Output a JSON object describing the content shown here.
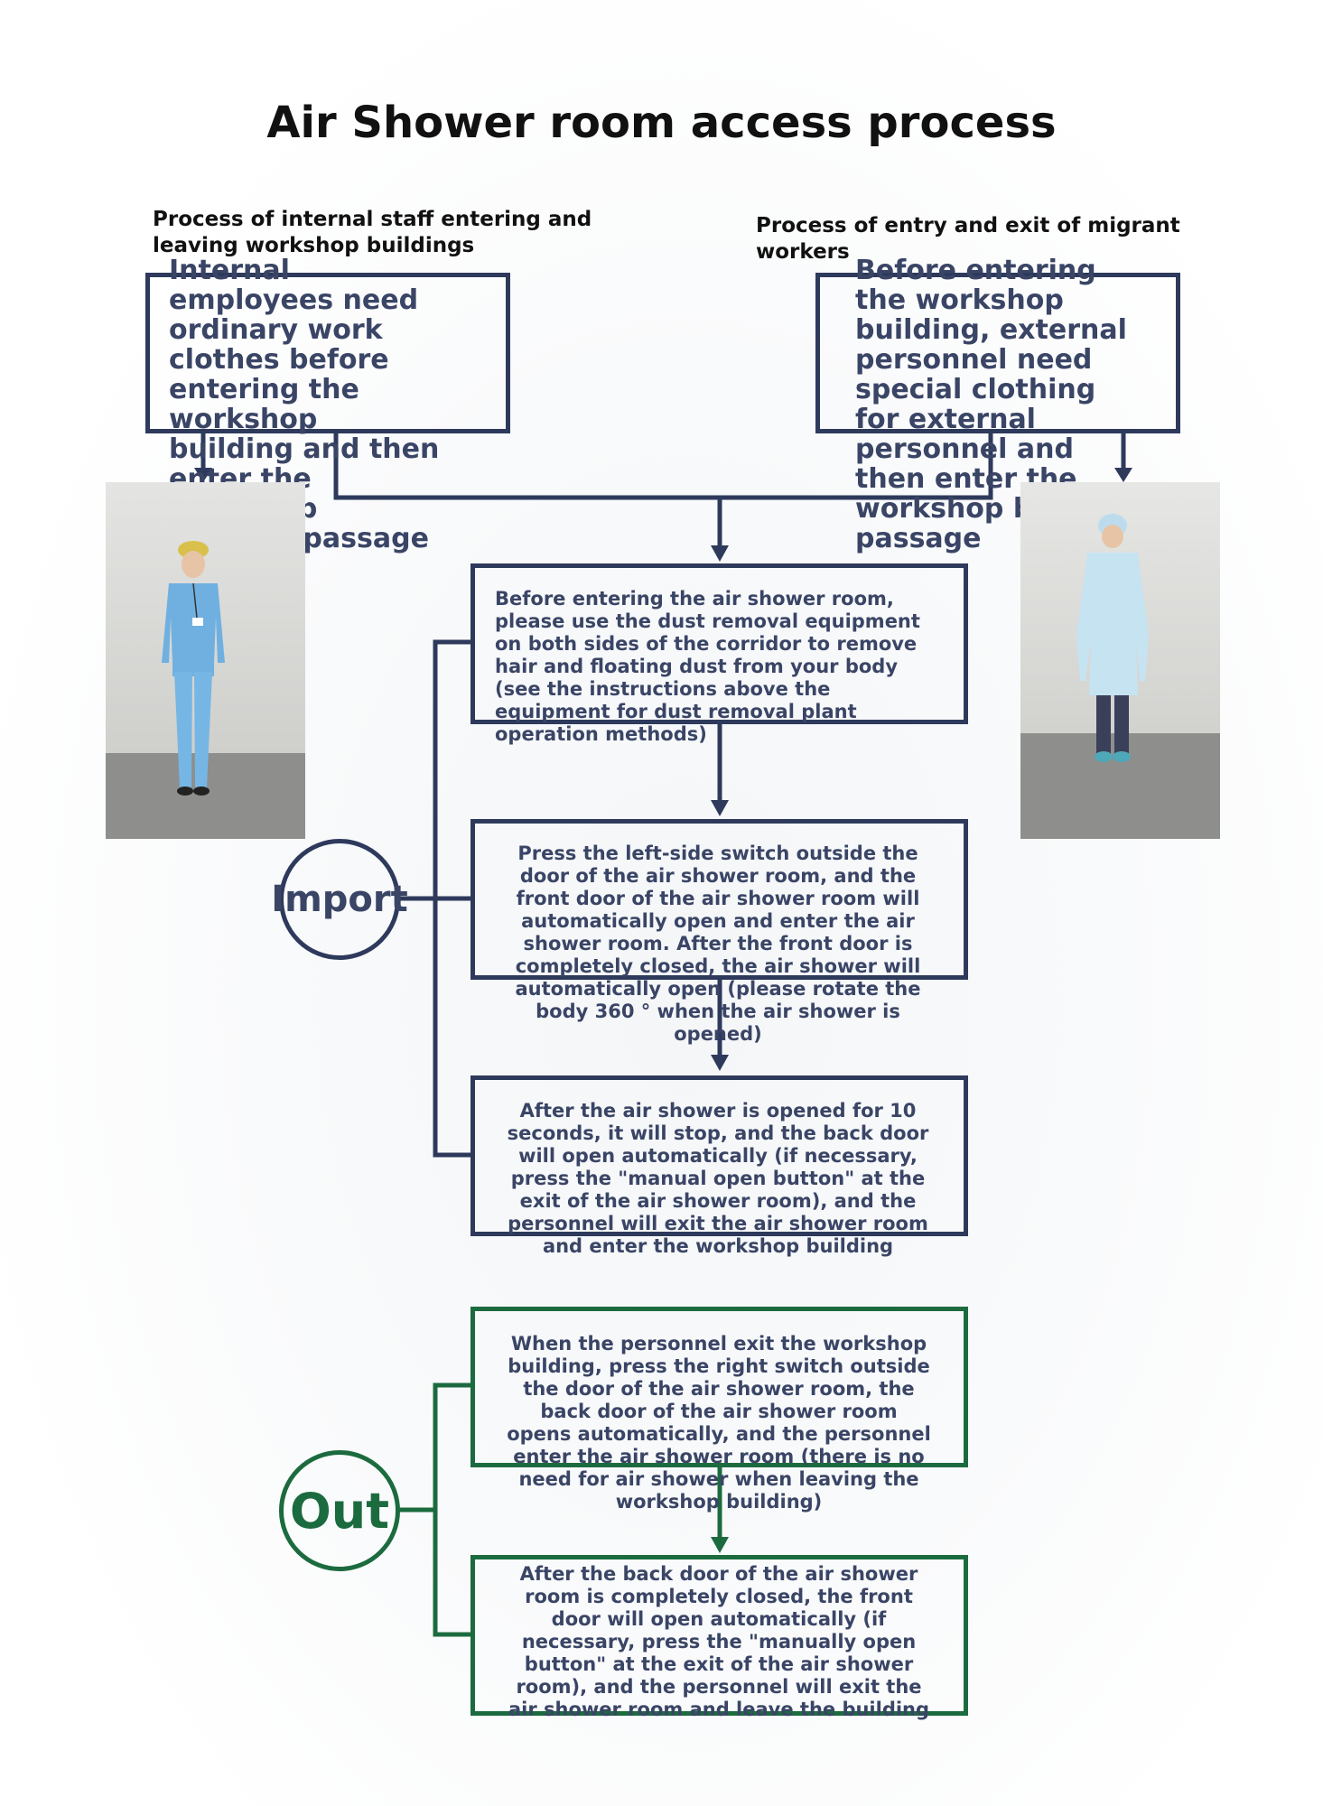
{
  "title": "Air Shower room access process",
  "left_column": {
    "heading": "Process of internal staff entering and leaving workshop buildings",
    "box_text": "Internal employees need ordinary work clothes before entering the workshop building and then enter the workshop building passage"
  },
  "right_column": {
    "heading": "Process of entry and exit of migrant workers",
    "box_text": "Before entering the workshop building, external personnel need special clothing for external personnel and then enter the workshop building passage"
  },
  "import_section": {
    "label": "Import",
    "steps": [
      "Before entering the air shower room, please use the dust removal equipment on both sides of the corridor to remove hair and floating dust from your body (see the instructions above the equipment for dust removal plant operation methods)",
      "Press the left-side switch outside the door of the air shower room, and the front door of the air shower room will automatically open and enter the air shower room. After the front door is completely closed, the air shower will automatically open (please rotate the body 360 ° when the air shower is opened)",
      "After the air shower is opened for 10 seconds, it will stop, and the back door will open automatically (if necessary, press the \"manual open button\" at the exit of the air shower room), and the personnel will exit the air shower room and enter the workshop building"
    ]
  },
  "out_section": {
    "label": "Out",
    "steps": [
      "When the personnel exit the workshop building, press the right switch outside the door of the air shower room, the back door of the air shower room opens automatically, and the personnel enter the air shower room (there is no need for air shower when leaving the workshop building)",
      "After the back door of the air shower room is completely closed, the front door will open automatically (if necessary, press the \"manually open button\" at the exit of the air shower room), and the personnel will exit the air shower room and leave the building"
    ]
  },
  "colors": {
    "navy": "#2e3a5c",
    "green": "#1c6b3f",
    "text_navy": "#3a4566"
  }
}
